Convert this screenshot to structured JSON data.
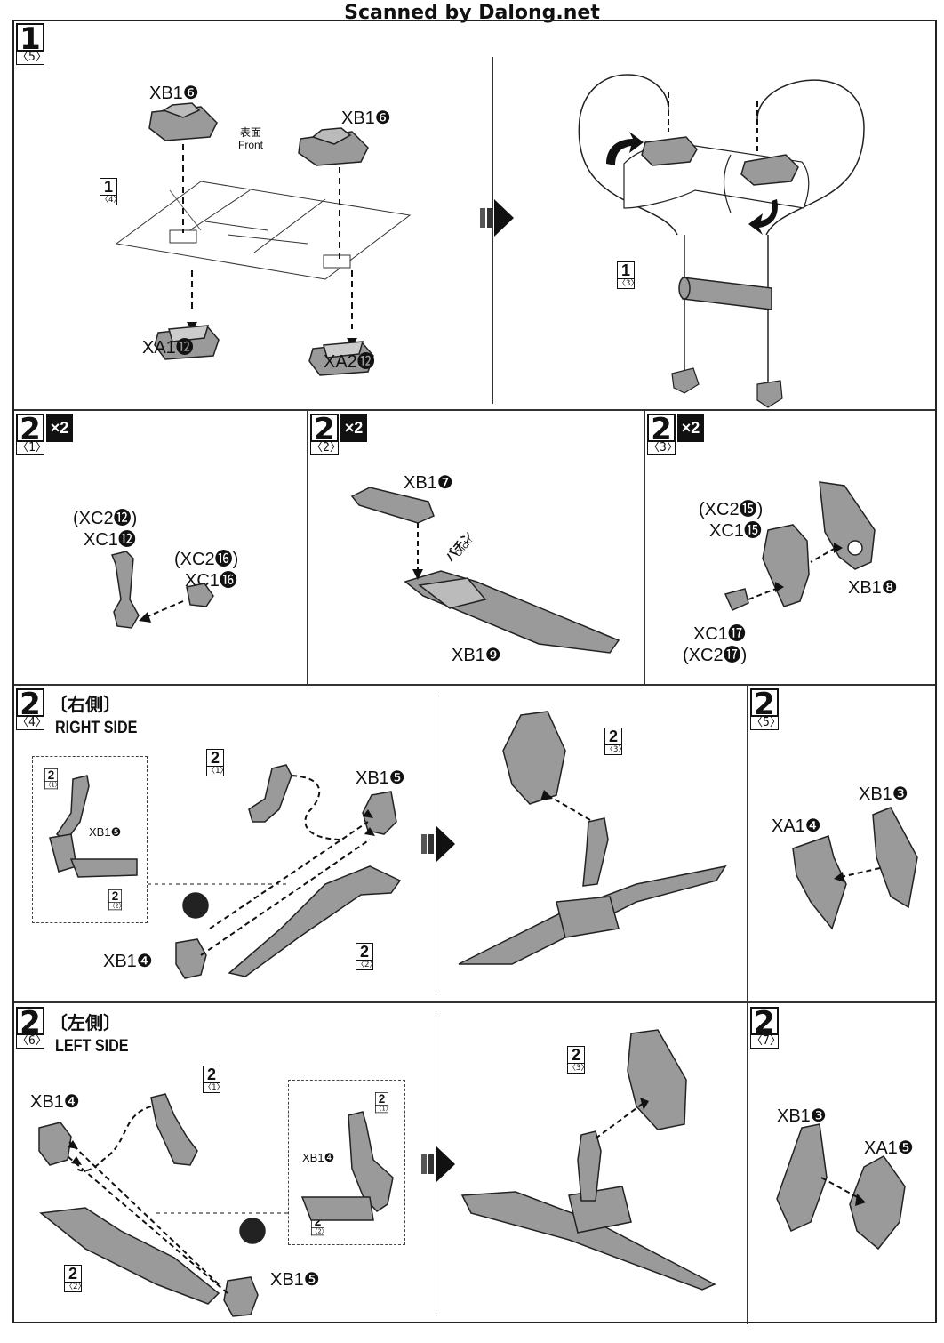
{
  "watermark": "Scanned by Dalong.net",
  "step1": {
    "badge": {
      "num": "1",
      "sub": "〈5〉"
    },
    "labels": {
      "xb1_6_left": "XB1❻",
      "xb1_6_right": "XB1❻",
      "xa1_12": "XA1⓬",
      "xa2_12": "XA2⓬",
      "front_jp": "表面",
      "front_en": "Front"
    },
    "ref_sheet": {
      "num": "1",
      "sub": "〈4〉"
    },
    "ref_pole": {
      "num": "1",
      "sub": "〈3〉"
    }
  },
  "step2_1": {
    "badge": {
      "num": "2",
      "sub": "〈1〉"
    },
    "times": "×2",
    "labels": {
      "xc2_12": "(XC2⓬)",
      "xc1_12": "XC1⓬",
      "xc2_16": "(XC2⓰)",
      "xc1_16": "XC1⓰"
    }
  },
  "step2_2": {
    "badge": {
      "num": "2",
      "sub": "〈2〉"
    },
    "times": "×2",
    "labels": {
      "xb1_7": "XB1❼",
      "xb1_9": "XB1❾",
      "click_jp": "パチン",
      "click_en": "Click!"
    }
  },
  "step2_3": {
    "badge": {
      "num": "2",
      "sub": "〈3〉"
    },
    "times": "×2",
    "labels": {
      "xc2_15": "(XC2⓯)",
      "xc1_15": "XC1⓯",
      "xb1_8": "XB1❽",
      "xc1_17": "XC1⓱",
      "xc2_17": "(XC2⓱)"
    }
  },
  "step2_4": {
    "badge": {
      "num": "2",
      "sub": "〈4〉"
    },
    "title_jp": "〔右側〕",
    "title_en": "RIGHT SIDE",
    "labels": {
      "xb1_5": "XB1❺",
      "xb1_5_small": "XB1❺",
      "xb1_4": "XB1❹"
    },
    "refs": [
      {
        "num": "2",
        "sub": "〈1〉"
      },
      {
        "num": "2",
        "sub": "〈1〉"
      },
      {
        "num": "2",
        "sub": "〈2〉"
      },
      {
        "num": "2",
        "sub": "〈2〉"
      },
      {
        "num": "2",
        "sub": "〈3〉"
      }
    ]
  },
  "step2_5": {
    "badge": {
      "num": "2",
      "sub": "〈5〉"
    },
    "labels": {
      "xb1_3": "XB1❸",
      "xa1_4": "XA1❹"
    }
  },
  "step2_6": {
    "badge": {
      "num": "2",
      "sub": "〈6〉"
    },
    "title_jp": "〔左側〕",
    "title_en": "LEFT SIDE",
    "labels": {
      "xb1_4": "XB1❹",
      "xb1_4_small": "XB1❹",
      "xb1_5": "XB1❺"
    },
    "refs": [
      {
        "num": "2",
        "sub": "〈1〉"
      },
      {
        "num": "2",
        "sub": "〈1〉"
      },
      {
        "num": "2",
        "sub": "〈2〉"
      },
      {
        "num": "2",
        "sub": "〈2〉"
      },
      {
        "num": "2",
        "sub": "〈3〉"
      }
    ]
  },
  "step2_7": {
    "badge": {
      "num": "2",
      "sub": "〈7〉"
    },
    "labels": {
      "xb1_3": "XB1❸",
      "xa1_5": "XA1❺"
    }
  }
}
